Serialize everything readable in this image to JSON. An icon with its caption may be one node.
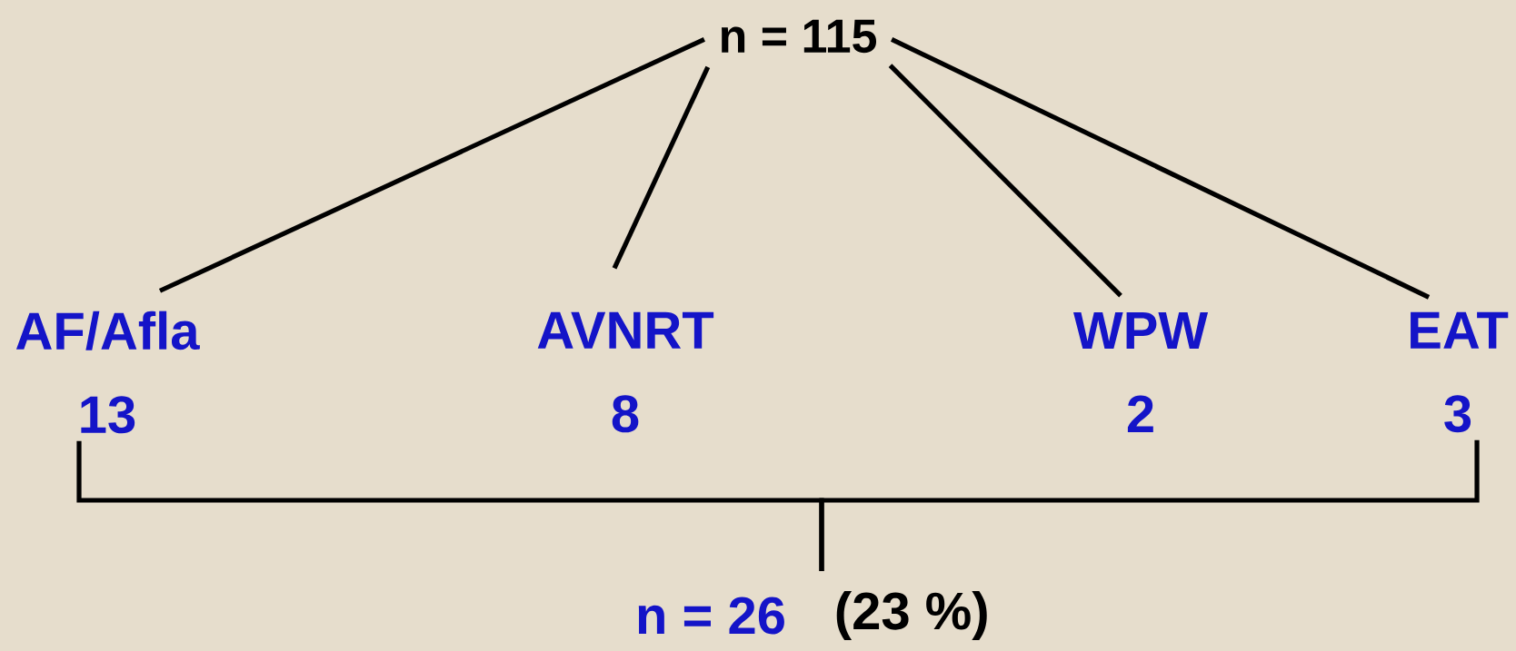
{
  "diagram": {
    "nodes": [
      {
        "text": [
          "n = 115"
        ]
      },
      {
        "text": [
          "AF/Afla",
          "13"
        ]
      },
      {
        "text": [
          "AVNRT",
          "8"
        ]
      },
      {
        "text": [
          "WPW",
          "2"
        ]
      },
      {
        "text": [
          "EAT",
          "3"
        ]
      },
      {
        "text": [
          "n = 26"
        ],
        "beside": [
          "(23 %)"
        ]
      }
    ],
    "edges": [
      {
        "from": 0,
        "to": 1,
        "arrow": "none"
      },
      {
        "from": 0,
        "to": 2,
        "arrow": "none"
      },
      {
        "from": 0,
        "to": 3,
        "arrow": "none"
      },
      {
        "from": 0,
        "to": 4,
        "arrow": "none"
      },
      {
        "from": 1,
        "to": 5,
        "arrow": "none"
      },
      {
        "from": 4,
        "to": 5,
        "arrow": "none"
      }
    ]
  }
}
